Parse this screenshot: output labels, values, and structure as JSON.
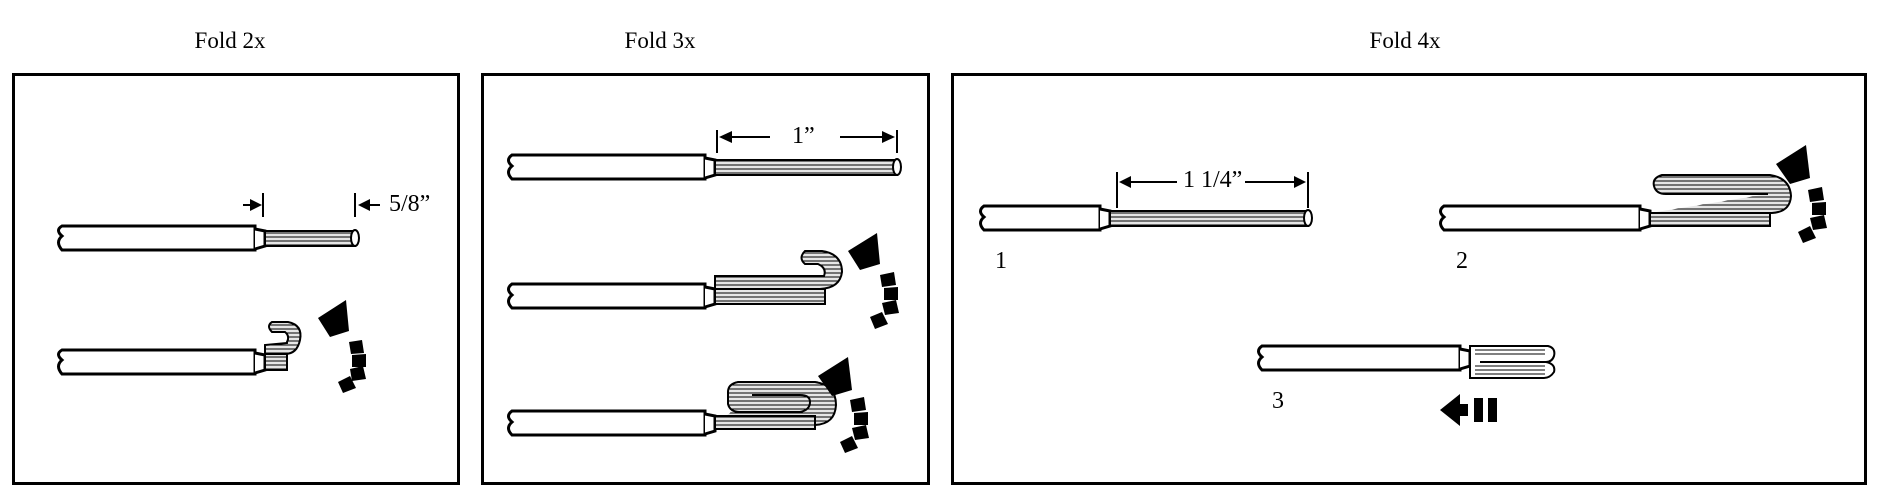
{
  "panels": [
    {
      "title": "Fold 2x",
      "dimension": "5/8”"
    },
    {
      "title": "Fold 3x",
      "dimension": "1”"
    },
    {
      "title": "Fold 4x",
      "dimension": "1 1/4”",
      "steps": [
        "1",
        "2",
        "3"
      ]
    }
  ],
  "colors": {
    "ink": "#000000",
    "wire_fill": "#ffffff",
    "strand_fill": "#d9d9d9"
  },
  "icons": [
    "wire-icon",
    "bend-arrow-icon",
    "push-arrow-icon",
    "dimension-arrow-icon"
  ]
}
